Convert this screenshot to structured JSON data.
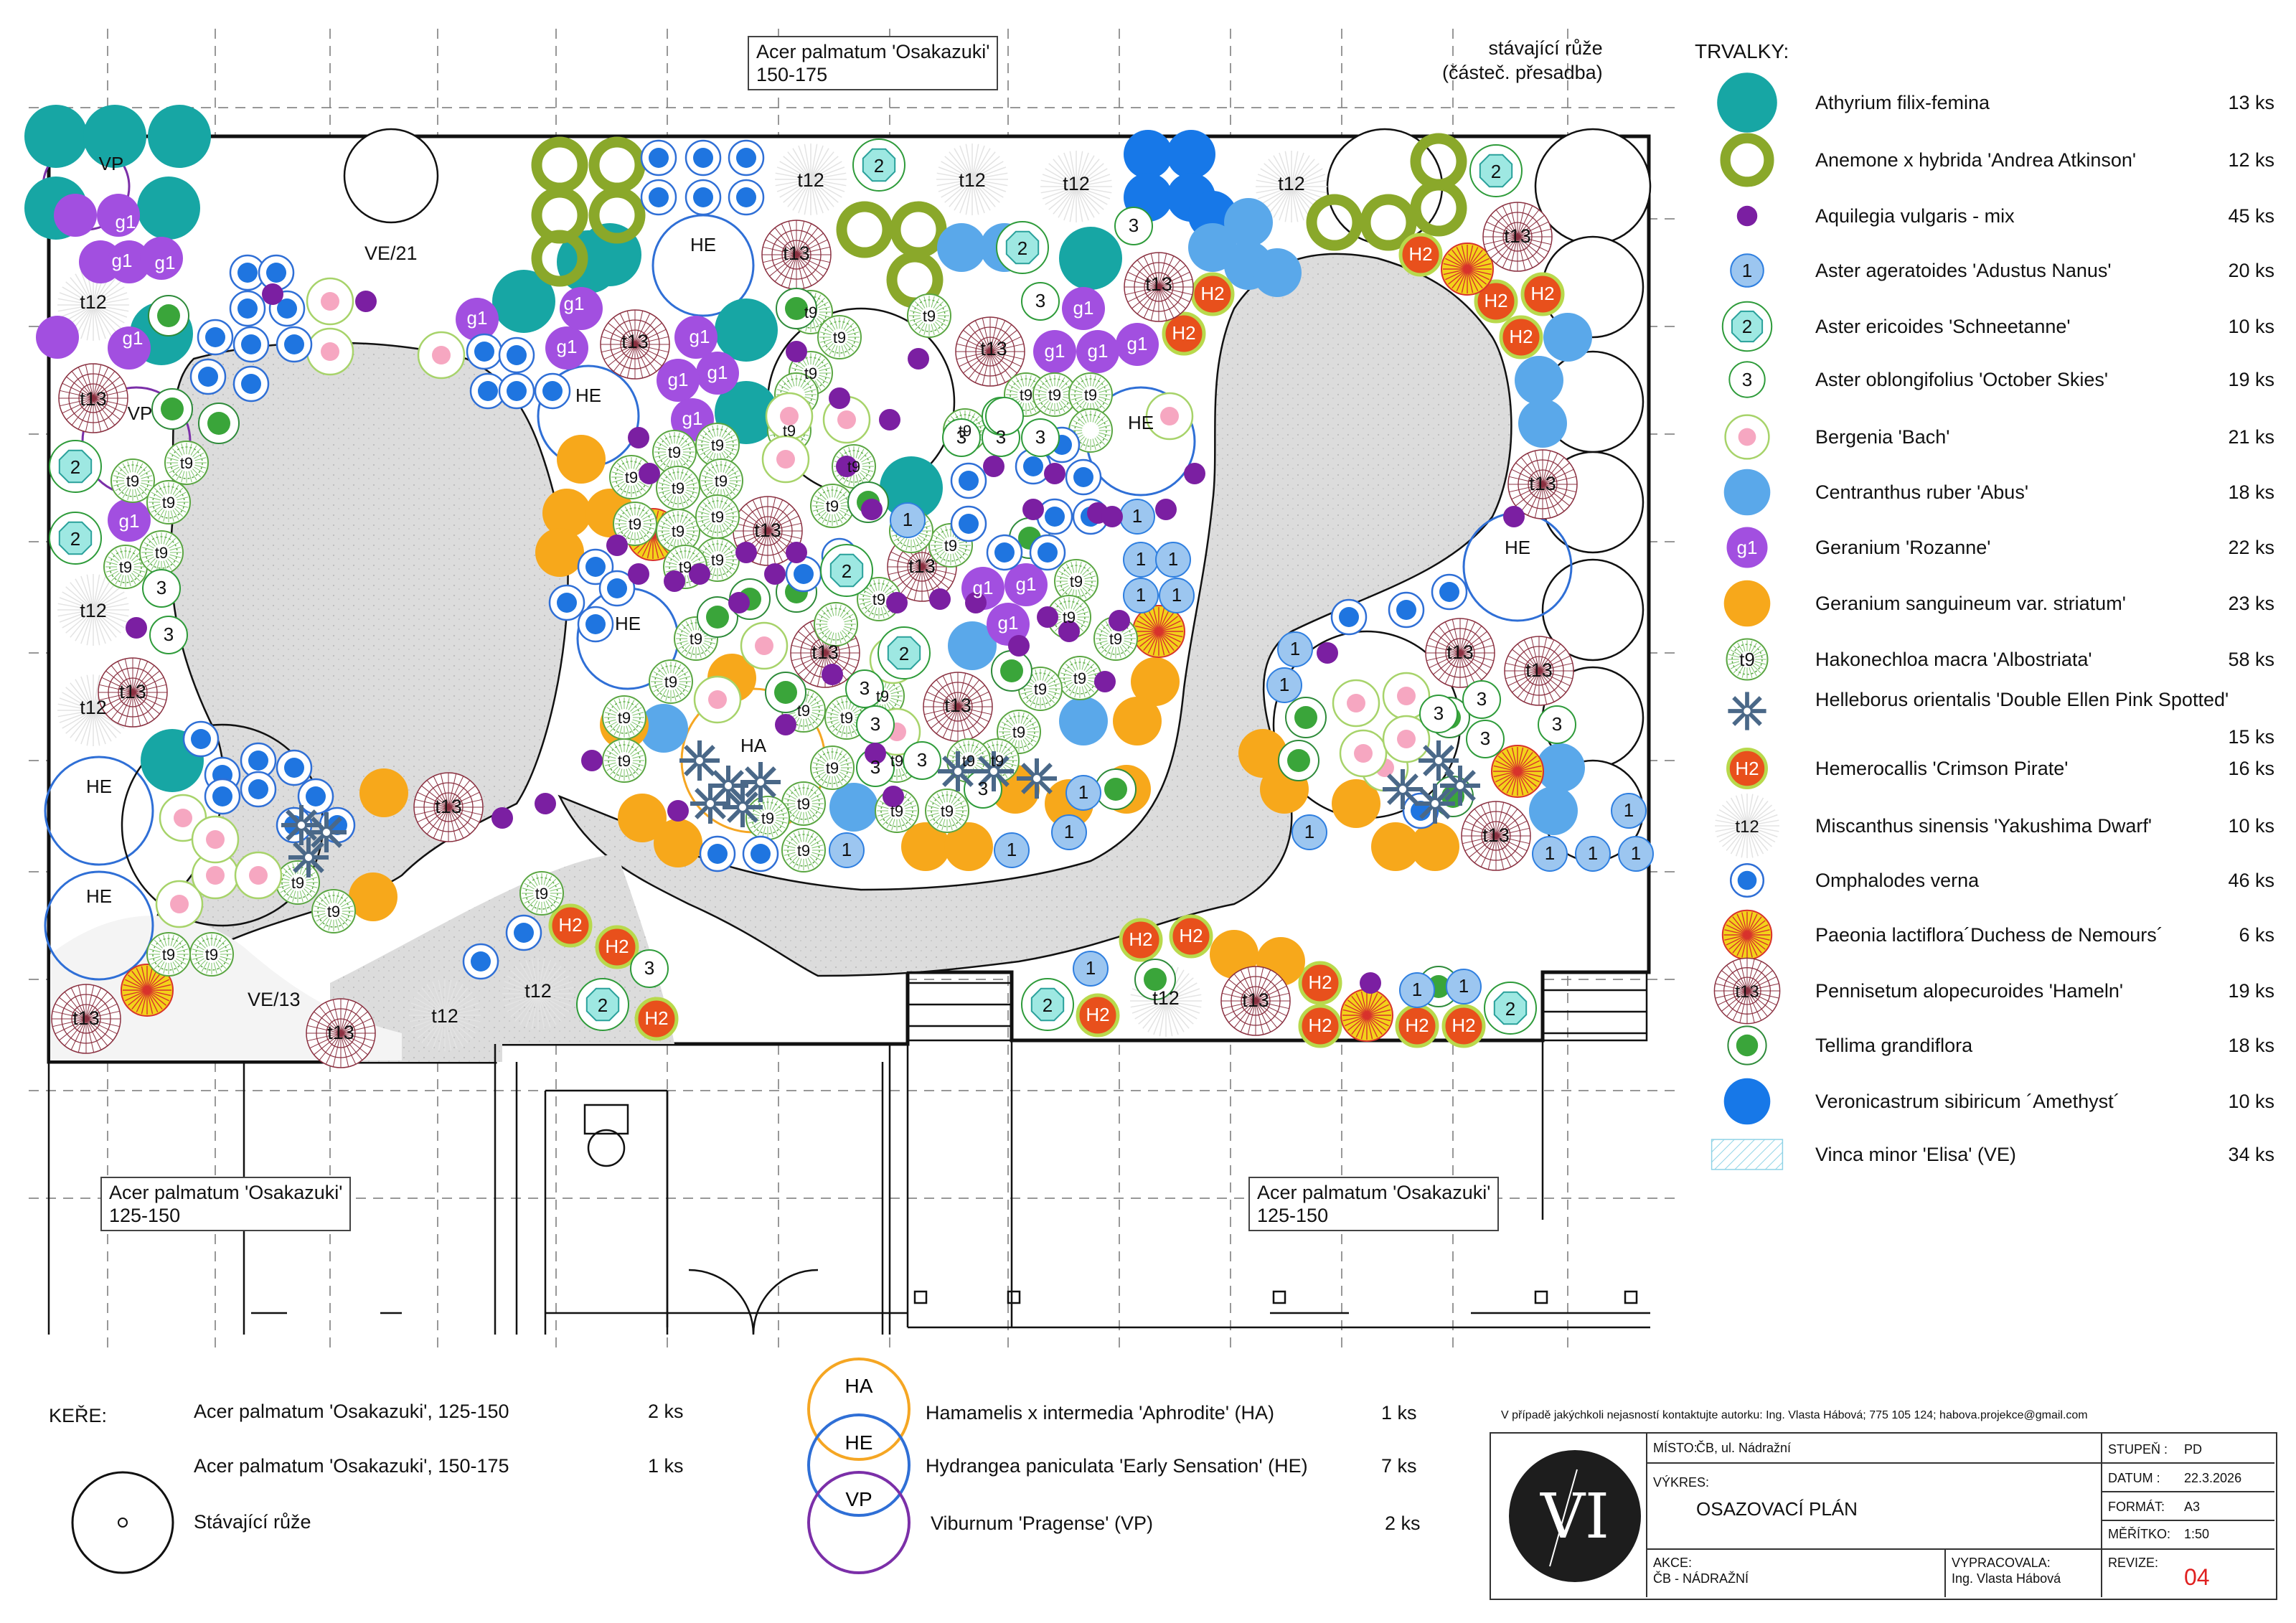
{
  "labels": {
    "trees_top": [
      "Acer palmatum 'Osakazuki'",
      "150-175"
    ],
    "trees_bl": [
      "Acer palmatum 'Osakazuki'",
      "125-150"
    ],
    "trees_br": [
      "Acer palmatum 'Osakazuki'",
      "125-150"
    ],
    "roses_top": [
      "stávající růže",
      "(částeč. přesadba)"
    ],
    "ve21": "VE/21",
    "ve13": "VE/13",
    "codes": {
      "vp": "VP",
      "he": "HE",
      "ha": "HA",
      "t12": "t12",
      "t13": "t13",
      "t9": "t9",
      "g1": "g1",
      "h2": "H2",
      "n1": "1",
      "n2": "2",
      "n3": "3"
    }
  },
  "legend": {
    "title": "TRVALKY:",
    "items": [
      {
        "name": "Athyrium filix-femina",
        "count": "13 ks",
        "symbol": "athyrium"
      },
      {
        "name": "Anemone x hybrida 'Andrea Atkinson'",
        "count": "12 ks",
        "symbol": "anemone"
      },
      {
        "name": "Aquilegia vulgaris - mix",
        "count": "45 ks",
        "symbol": "aquilegia"
      },
      {
        "name": "Aster ageratoides 'Adustus Nanus'",
        "count": "20 ks",
        "symbol": "aster1",
        "code": "1"
      },
      {
        "name": "Aster ericoides 'Schneetanne'",
        "count": "10 ks",
        "symbol": "aster2",
        "code": "2"
      },
      {
        "name": "Aster oblongifolius 'October Skies'",
        "count": "19 ks",
        "symbol": "aster3",
        "code": "3"
      },
      {
        "name": "Bergenia 'Bach'",
        "count": "21 ks",
        "symbol": "bergenia"
      },
      {
        "name": "Centranthus ruber 'Abus'",
        "count": "18 ks",
        "symbol": "centranthus"
      },
      {
        "name": "Geranium 'Rozanne'",
        "count": "22 ks",
        "symbol": "geranium",
        "code": "g1"
      },
      {
        "name": "Geranium sanguineum var. striatum'",
        "count": "23 ks",
        "symbol": "gsang"
      },
      {
        "name": "Hakonechloa macra 'Albostriata'",
        "count": "58 ks",
        "symbol": "hakone",
        "code": "t9"
      },
      {
        "name": "Helleborus orientalis 'Double Ellen Pink Spotted'",
        "count": "15 ks",
        "symbol": "helleborus"
      },
      {
        "name": "Hemerocallis 'Crimson Pirate'",
        "count": "16 ks",
        "symbol": "hemero",
        "code": "H2"
      },
      {
        "name": "Miscanthus sinensis 'Yakushima Dwarf'",
        "count": "10 ks",
        "symbol": "miscanthus",
        "code": "t12"
      },
      {
        "name": "Omphalodes verna",
        "count": "46 ks",
        "symbol": "omphalodes"
      },
      {
        "name": "Paeonia lactiflora´Duchess de Nemours´",
        "count": "6 ks",
        "symbol": "paeonia"
      },
      {
        "name": "Pennisetum alopecuroides 'Hameln'",
        "count": "19 ks",
        "symbol": "pennisetum",
        "code": "t13"
      },
      {
        "name": "Tellima grandiflora",
        "count": "18 ks",
        "symbol": "tellima"
      },
      {
        "name": "Veronicastrum sibiricum ´Amethyst´",
        "count": "10 ks",
        "symbol": "veronicastrum"
      },
      {
        "name": "Vinca minor 'Elisa' (VE)",
        "count": "34 ks",
        "symbol": "vinca"
      }
    ]
  },
  "shrubs": {
    "title": "KEŘE:",
    "items": [
      {
        "name": "Acer palmatum 'Osakazuki', 125-150",
        "count": "2 ks"
      },
      {
        "name": "Acer palmatum 'Osakazuki', 150-175",
        "count": "1 ks"
      },
      {
        "name": "Stávající růže",
        "count": ""
      }
    ],
    "big": [
      {
        "code": "HA",
        "name": "Hamamelis x intermedia 'Aphrodite' (HA)",
        "count": "1 ks",
        "color": "#f5a623"
      },
      {
        "code": "HE",
        "name": "Hydrangea paniculata 'Early Sensation' (HE)",
        "count": "7 ks",
        "color": "#2f6fd6"
      },
      {
        "code": "VP",
        "name": "Viburnum 'Pragense' (VP)",
        "count": "2 ks",
        "color": "#7b2fa8"
      }
    ]
  },
  "titleblock": {
    "note": "V případě jakýchkoli nejasností kontaktujte autorku: Ing. Vlasta Hábová; 775 105 124; habova.projekce@gmail.com",
    "misto_label": "MÍSTO:",
    "misto": "ČB, ul. Nádražní",
    "vykres_label": "VÝKRES:",
    "vykres": "OSAZOVACÍ PLÁN",
    "akce_label": "AKCE:",
    "akce": "ČB - NÁDRAŽNÍ",
    "vypracovala_label": "VYPRACOVALA:",
    "vypracovala": "Ing. Vlasta Hábová",
    "stupen_label": "STUPEŇ :",
    "stupen": "PD",
    "datum_label": "DATUM :",
    "datum": "22.3.2026",
    "format_label": "FORMÁT:",
    "format": "A3",
    "meritko_label": "MĚŘÍTKO:",
    "meritko": "1:50",
    "revize_label": "REVIZE:",
    "revize": "04",
    "logo": "VI"
  },
  "colors": {
    "athyrium": "#17a6a4",
    "anemone": "#8aa82a",
    "aquilegia": "#7b1fa2",
    "aster2": "#7fded8",
    "bergenia": "#f6a7c1",
    "centranthus": "#5aa8ea",
    "geranium": "#a24fe0",
    "gsang": "#f7a81b",
    "hakone": "#5aa642",
    "helleborus": "#4a6888",
    "hemero": "#e8501c",
    "omphalodes": "#1f75e0",
    "paeonia": "#f3d21a",
    "pennisetum": "#8a3040",
    "tellima": "#3aa53a",
    "veronicastrum": "#1778e8",
    "paving": "#d8d8d8",
    "line": "#111"
  }
}
